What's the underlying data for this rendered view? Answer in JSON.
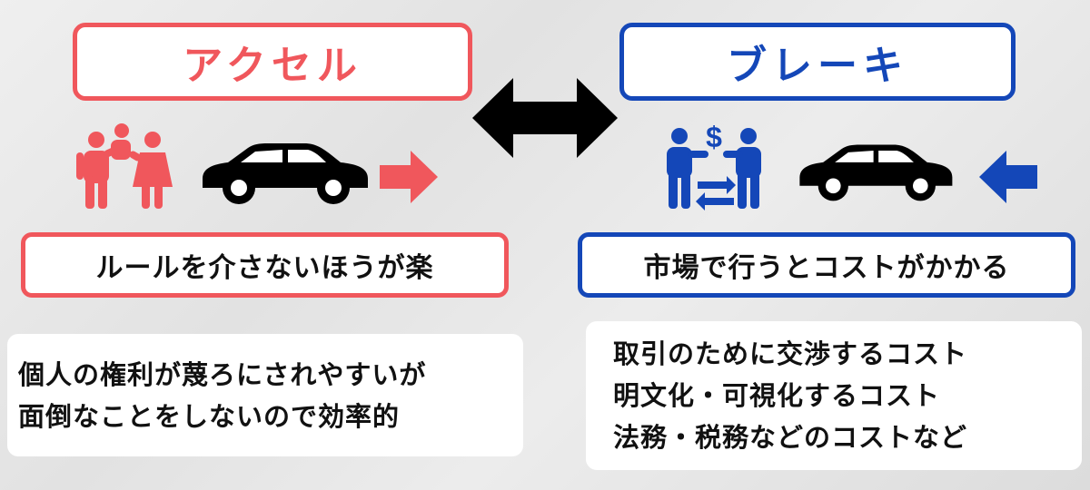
{
  "accel": {
    "title": "アクセル",
    "color": "#f0575c",
    "label": "ルールを介さないほうが楽",
    "notes": [
      "個人の権利が蔑ろにされやすいが",
      "面倒なことをしないので効率的"
    ]
  },
  "brake": {
    "title": "ブレーキ",
    "color": "#1447b8",
    "label": "市場で行うとコストがかかる",
    "notes": [
      "取引のために交渉するコスト",
      "明文化・可視化するコスト",
      "法務・税務などのコストなど"
    ]
  },
  "icons": {
    "accel_people": "family-icon",
    "accel_car": "car-icon",
    "accel_arrow": "arrow-right-icon",
    "brake_people": "trade-people-icon",
    "brake_car": "car-icon",
    "brake_arrow": "arrow-left-icon",
    "center": "double-arrow-icon"
  }
}
